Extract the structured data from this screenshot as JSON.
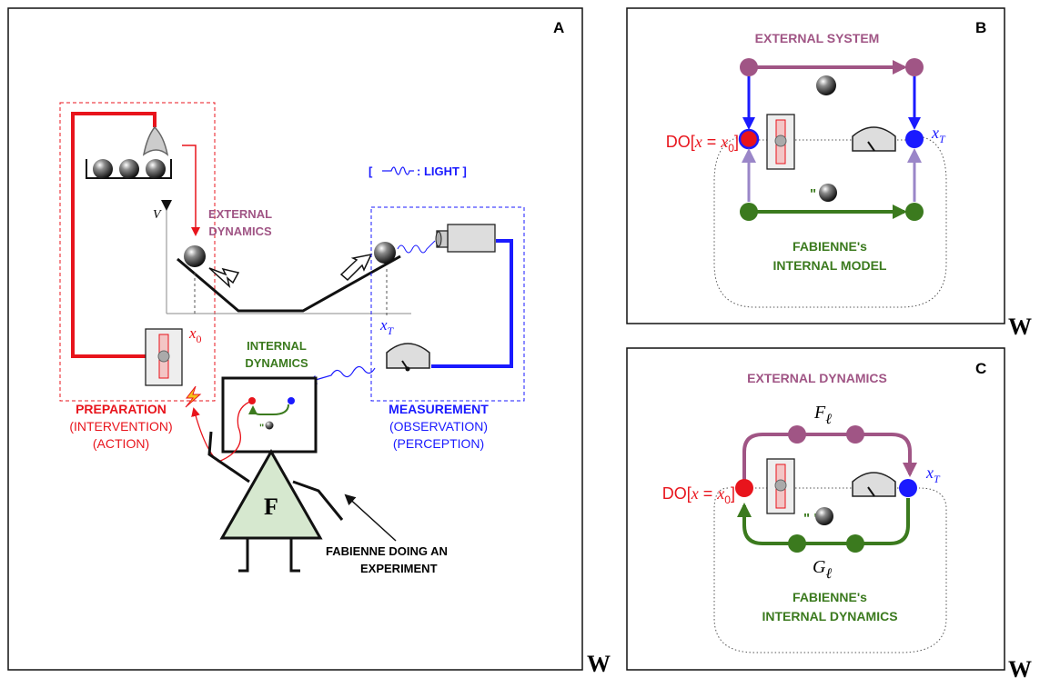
{
  "panels": {
    "a": {
      "letter": "A",
      "w_mark": "W",
      "light_legend": {
        "open": "[",
        "text": ": LIGHT ]"
      },
      "external_dynamics": [
        "EXTERNAL",
        "DYNAMICS"
      ],
      "internal_dynamics": [
        "INTERNAL",
        "DYNAMICS"
      ],
      "axis_v": "V",
      "x0": {
        "base": "x",
        "sub": "0"
      },
      "xT": {
        "base": "x",
        "sub": "T"
      },
      "preparation": {
        "title": "PREPARATION",
        "sub1": "(INTERVENTION)",
        "sub2": "(ACTION)"
      },
      "measurement": {
        "title": "MEASUREMENT",
        "sub1": "(OBSERVATION)",
        "sub2": "(PERCEPTION)"
      },
      "fabienne_letter": "F",
      "fabienne_caption": [
        "FABIENNE DOING AN",
        "EXPERIMENT"
      ],
      "quote_ball": "\"  \""
    },
    "b": {
      "letter": "B",
      "w_mark": "W",
      "title": "EXTERNAL SYSTEM",
      "do_label": {
        "pre": "DO[",
        "var": "x",
        "eq": " = ",
        "var2": "x",
        "sub": "0",
        "post": "]"
      },
      "xT": {
        "base": "x",
        "sub": "T"
      },
      "quote_ball": "\"  \"",
      "model_label": [
        "FABIENNE's",
        "INTERNAL MODEL"
      ]
    },
    "c": {
      "letter": "C",
      "w_mark": "W",
      "title": "EXTERNAL DYNAMICS",
      "f_label": {
        "base": "F",
        "sub": "ℓ"
      },
      "g_label": {
        "base": "G",
        "sub": "ℓ"
      },
      "do_label": {
        "pre": "DO[",
        "var": "x",
        "eq": " = ",
        "var2": "x",
        "sub": "0",
        "post": "]"
      },
      "xT": {
        "base": "x",
        "sub": "T"
      },
      "quote_ball": "\"  \"",
      "model_label": [
        "FABIENNE's",
        "INTERNAL DYNAMICS"
      ]
    }
  },
  "colors": {
    "red": "#e8141c",
    "blue": "#1a1aff",
    "green": "#3b7a1e",
    "purple": "#a05585",
    "lavender": "#9a86c8",
    "fabienne_fill": "#d6e8cf"
  }
}
